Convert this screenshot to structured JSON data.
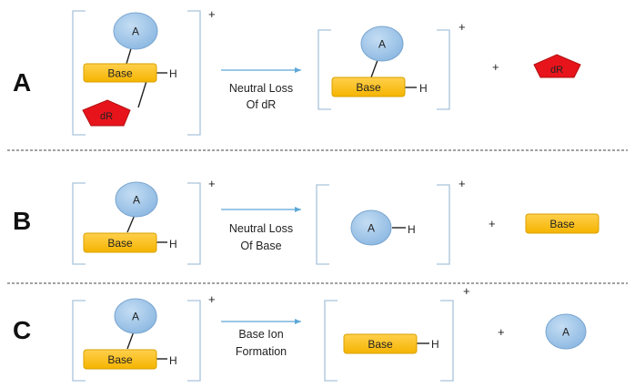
{
  "rows": [
    {
      "label": "A",
      "caption_line1": "Neutral Loss",
      "caption_line2": "Of dR"
    },
    {
      "label": "B",
      "caption_line1": "Neutral Loss",
      "caption_line2": "Of Base"
    },
    {
      "label": "C",
      "caption_line1": "Base Ion",
      "caption_line2": "Formation"
    }
  ],
  "labels": {
    "adduct": "A",
    "base": "Base",
    "hydrogen": "H",
    "sugar": "dR",
    "plus": "+",
    "charge": "+"
  },
  "colors": {
    "adduct_fill": "#9ec4e8",
    "adduct_stroke": "#7aa6d0",
    "base_fill": "#ffc000",
    "base_stroke": "#d9a200",
    "sugar_fill": "#e8141c",
    "bracket": "#a9c4dc",
    "arrow": "#5ea7d6",
    "divider": "#444444"
  }
}
